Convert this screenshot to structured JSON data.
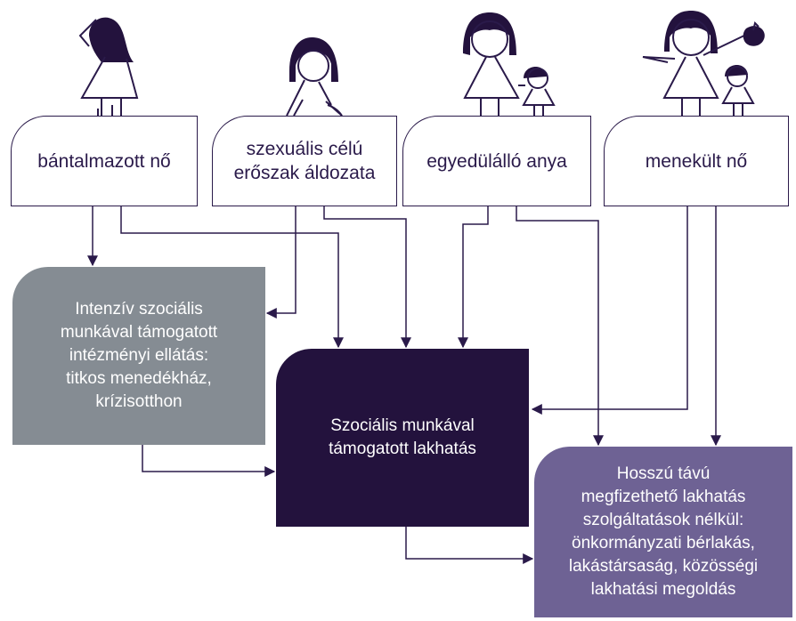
{
  "colors": {
    "ink": "#2a1a4a",
    "intensive": "#858c93",
    "supported": "#23123d",
    "longterm": "#6e6294"
  },
  "groups": [
    {
      "id": "abused",
      "label": "bántalmazott nő"
    },
    {
      "id": "sexual",
      "label": "szexuális célú\nerőszak áldozata"
    },
    {
      "id": "single",
      "label": "egyedülálló anya"
    },
    {
      "id": "refugee",
      "label": "menekült nő"
    }
  ],
  "services": {
    "intensive": "Intenzív szociális\nmunkával támogatott\nintézményi ellátás:\ntitkos menedékház,\nkrízisotthon",
    "supported": "Szociális munkával\ntámogatott lakhatás",
    "longterm": "Hosszú távú\nmegfizethető lakhatás\nszolgáltatások nélkül:\nönkormányzati bérlakás,\nlakástársaság, közösségi\nlakhatási megoldás"
  },
  "figures": [
    {
      "name": "distressed-woman-icon"
    },
    {
      "name": "sad-woman-icon"
    },
    {
      "name": "mother-and-child-icon"
    },
    {
      "name": "refugee-mother-and-child-icon"
    }
  ]
}
